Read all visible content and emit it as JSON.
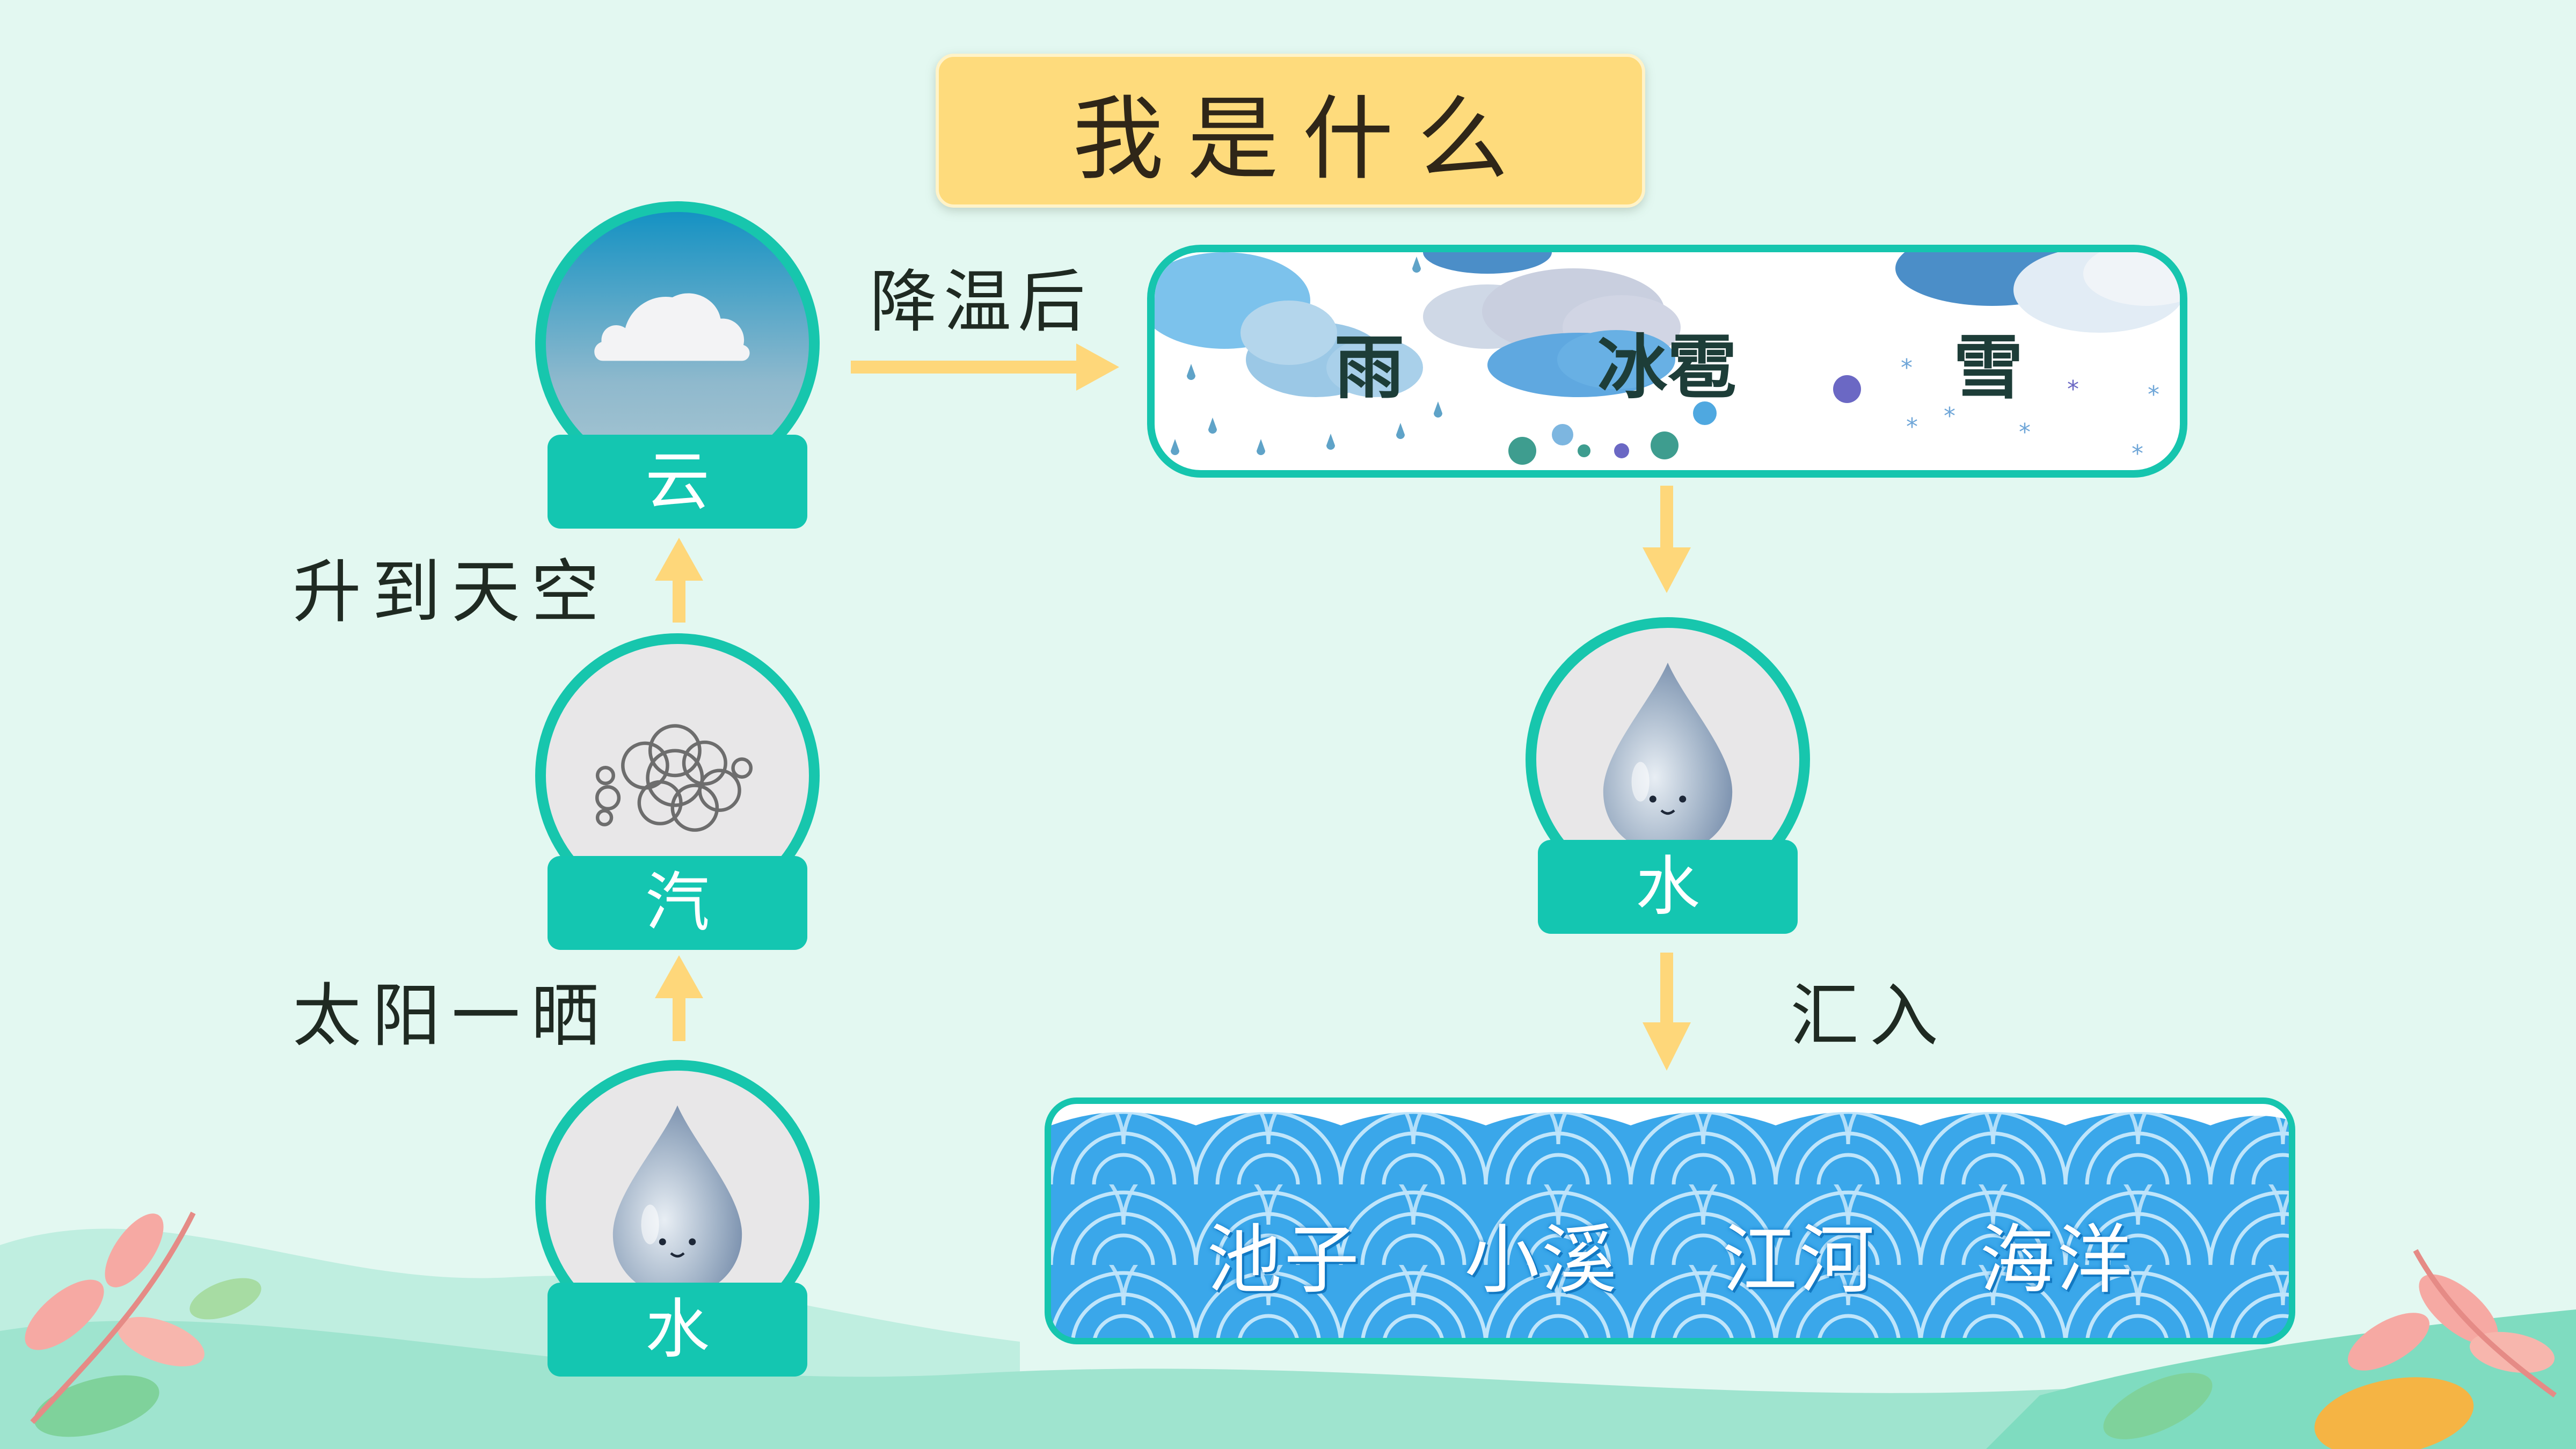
{
  "title": "我是什么",
  "labels": {
    "rise": "升到天空",
    "sun": "太阳一晒",
    "cool": "降温后",
    "flow": "汇入"
  },
  "nodes": {
    "water_start": "水",
    "vapor": "汽",
    "cloud": "云",
    "water_end": "水"
  },
  "precipitation": [
    "雨",
    "冰雹",
    "雪"
  ],
  "water_bodies": [
    "池子",
    "小溪",
    "江河",
    "海洋"
  ],
  "colors": {
    "background": "#e3f8f1",
    "accent_teal": "#16c5ae",
    "arrow_yellow": "#fed77a",
    "title_yellow": "#fedb7c",
    "water_blue": "#2e9ee6"
  },
  "icons": {
    "cloud": "cloud-icon",
    "vapor": "steam-icon",
    "water": "water-drop-face-icon"
  }
}
